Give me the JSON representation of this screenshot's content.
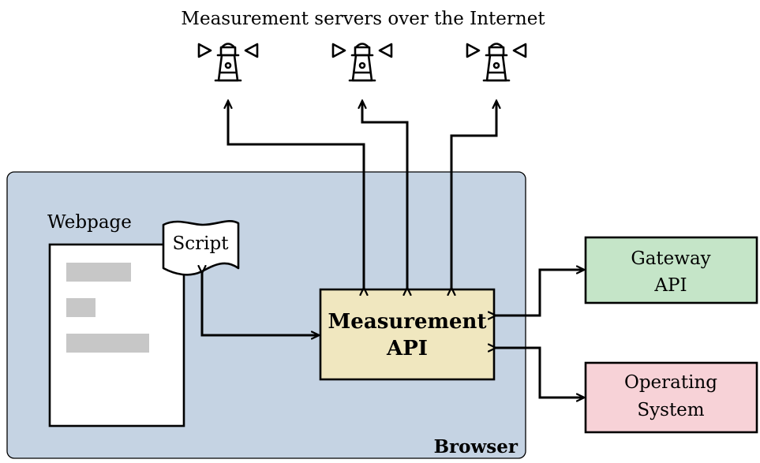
{
  "title": "Measurement servers over the Internet",
  "servers": [
    {
      "icon": "lighthouse-icon"
    },
    {
      "icon": "lighthouse-icon"
    },
    {
      "icon": "lighthouse-icon"
    }
  ],
  "browser": {
    "label": "Browser"
  },
  "webpage": {
    "label": "Webpage"
  },
  "script": {
    "label": "Script"
  },
  "measurement_api": {
    "line1": "Measurement",
    "line2": "API"
  },
  "gateway_api": {
    "line1": "Gateway",
    "line2": "API"
  },
  "operating_system": {
    "line1": "Operating",
    "line2": "System"
  },
  "colors": {
    "browser_fill": "#c5d3e3",
    "measurement_api_fill": "#f0e7bf",
    "gateway_api_fill": "#c5e5c8",
    "operating_system_fill": "#f7d2d7",
    "placeholder_bar": "#c7c7c7",
    "stroke": "#000000"
  }
}
